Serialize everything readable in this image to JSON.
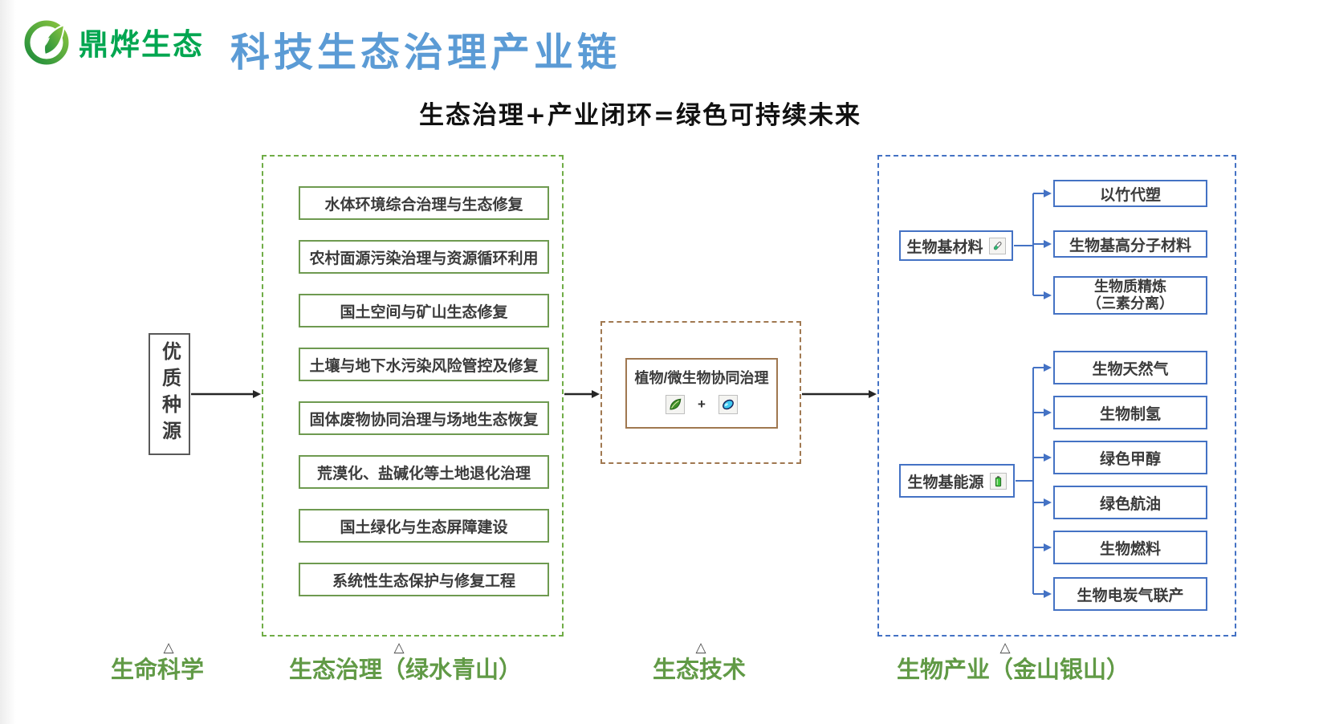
{
  "brand": {
    "name": "鼎烨生态"
  },
  "title": "科技生态治理产业链",
  "subtitle": "生态治理+产业闭环=绿色可持续未来",
  "seed": {
    "label": "优质种源"
  },
  "governance": {
    "items": [
      "水体环境综合治理与生态修复",
      "农村面源污染治理与资源循环利用",
      "国土空间与矿山生态修复",
      "土壤与地下水污染风险管控及修复",
      "固体废物协同治理与场地生态恢复",
      "荒漠化、盐碱化等土地退化治理",
      "国土绿化与生态屏障建设",
      "系统性生态保护与修复工程"
    ]
  },
  "technology": {
    "title": "植物/微生物协同治理",
    "plus": "+"
  },
  "industry": {
    "materials": {
      "label": "生物基材料",
      "children": [
        "以竹代塑",
        "生物基高分子材料",
        "生物质精炼\n（三素分离）"
      ]
    },
    "energy": {
      "label": "生物基能源",
      "children": [
        "生物天然气",
        "生物制氢",
        "绿色甲醇",
        "绿色航油",
        "生物燃料",
        "生物电炭气联产"
      ]
    }
  },
  "footer": {
    "marker": "△",
    "labels": [
      "生命科学",
      "生态治理（绿水青山）",
      "生态技术",
      "生物产业（金山银山）"
    ]
  },
  "colors": {
    "title_blue": "#5B9BD5",
    "brand_green": "#00A650",
    "eco_green_dash": "#70AD47",
    "node_green_border": "#6E9A50",
    "tech_brown": "#A07850",
    "industry_blue": "#4472C4",
    "footer_green": "#619A46"
  }
}
